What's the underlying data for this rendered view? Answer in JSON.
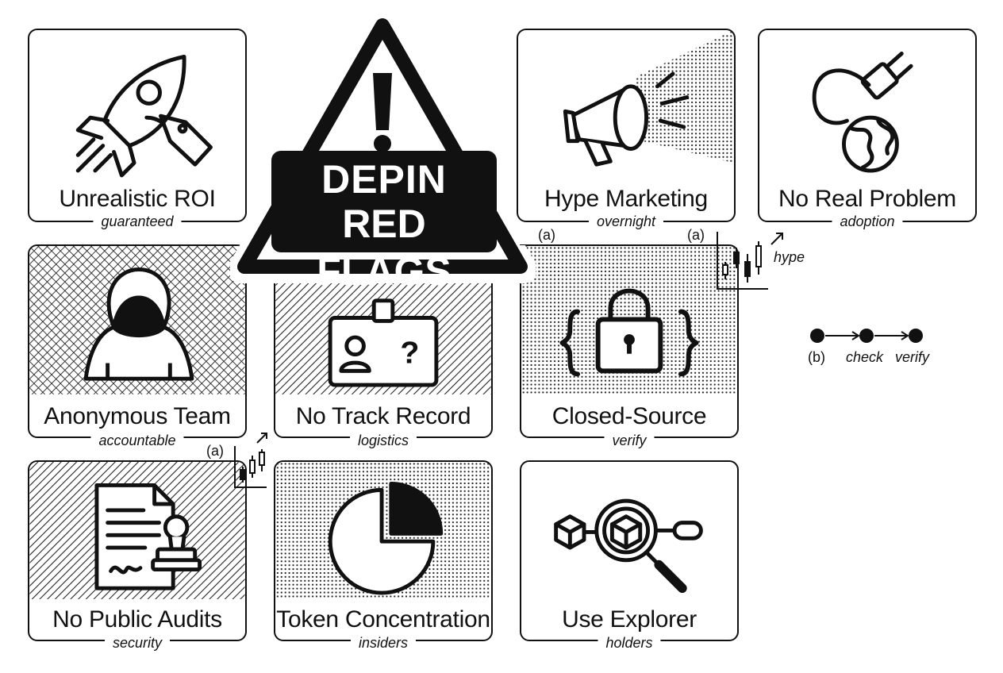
{
  "main_title": {
    "line1": "DEPIN",
    "line2": "RED FLAGS"
  },
  "cards": [
    {
      "key": "roi",
      "title": "Unrealistic ROI",
      "tag": "guaranteed",
      "icon": "rocket-icon"
    },
    {
      "key": "hype",
      "title": "Hype Marketing",
      "tag": "overnight",
      "icon": "megaphone-icon"
    },
    {
      "key": "problem",
      "title": "No Real Problem",
      "tag": "adoption",
      "icon": "plug-globe-icon"
    },
    {
      "key": "anon",
      "title": "Anonymous Team",
      "tag": "accountable",
      "icon": "hooded-figure-icon"
    },
    {
      "key": "track",
      "title": "No Track Record",
      "tag": "logistics",
      "icon": "id-badge-question-icon"
    },
    {
      "key": "closed",
      "title": "Closed-Source",
      "tag": "verify",
      "icon": "padlock-braces-icon"
    },
    {
      "key": "audits",
      "title": "No Public Audits",
      "tag": "security",
      "icon": "document-stamp-icon"
    },
    {
      "key": "token",
      "title": "Token Concentration",
      "tag": "insiders",
      "icon": "pie-chart-icon"
    },
    {
      "key": "explorer",
      "title": "Use Explorer",
      "tag": "holders",
      "icon": "magnifier-blocks-icon"
    }
  ],
  "annotations": {
    "a_label": "(a)",
    "b_label": "(b)",
    "hype": "hype",
    "check": "check",
    "verify": "verify"
  }
}
